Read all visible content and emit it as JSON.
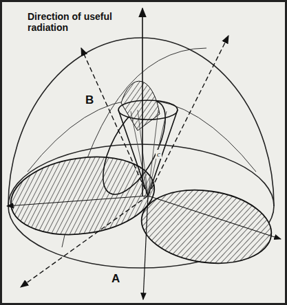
{
  "diagram": {
    "labels": [
      "Direction of useful radiation",
      "B",
      "A",
      "c"
    ]
  }
}
